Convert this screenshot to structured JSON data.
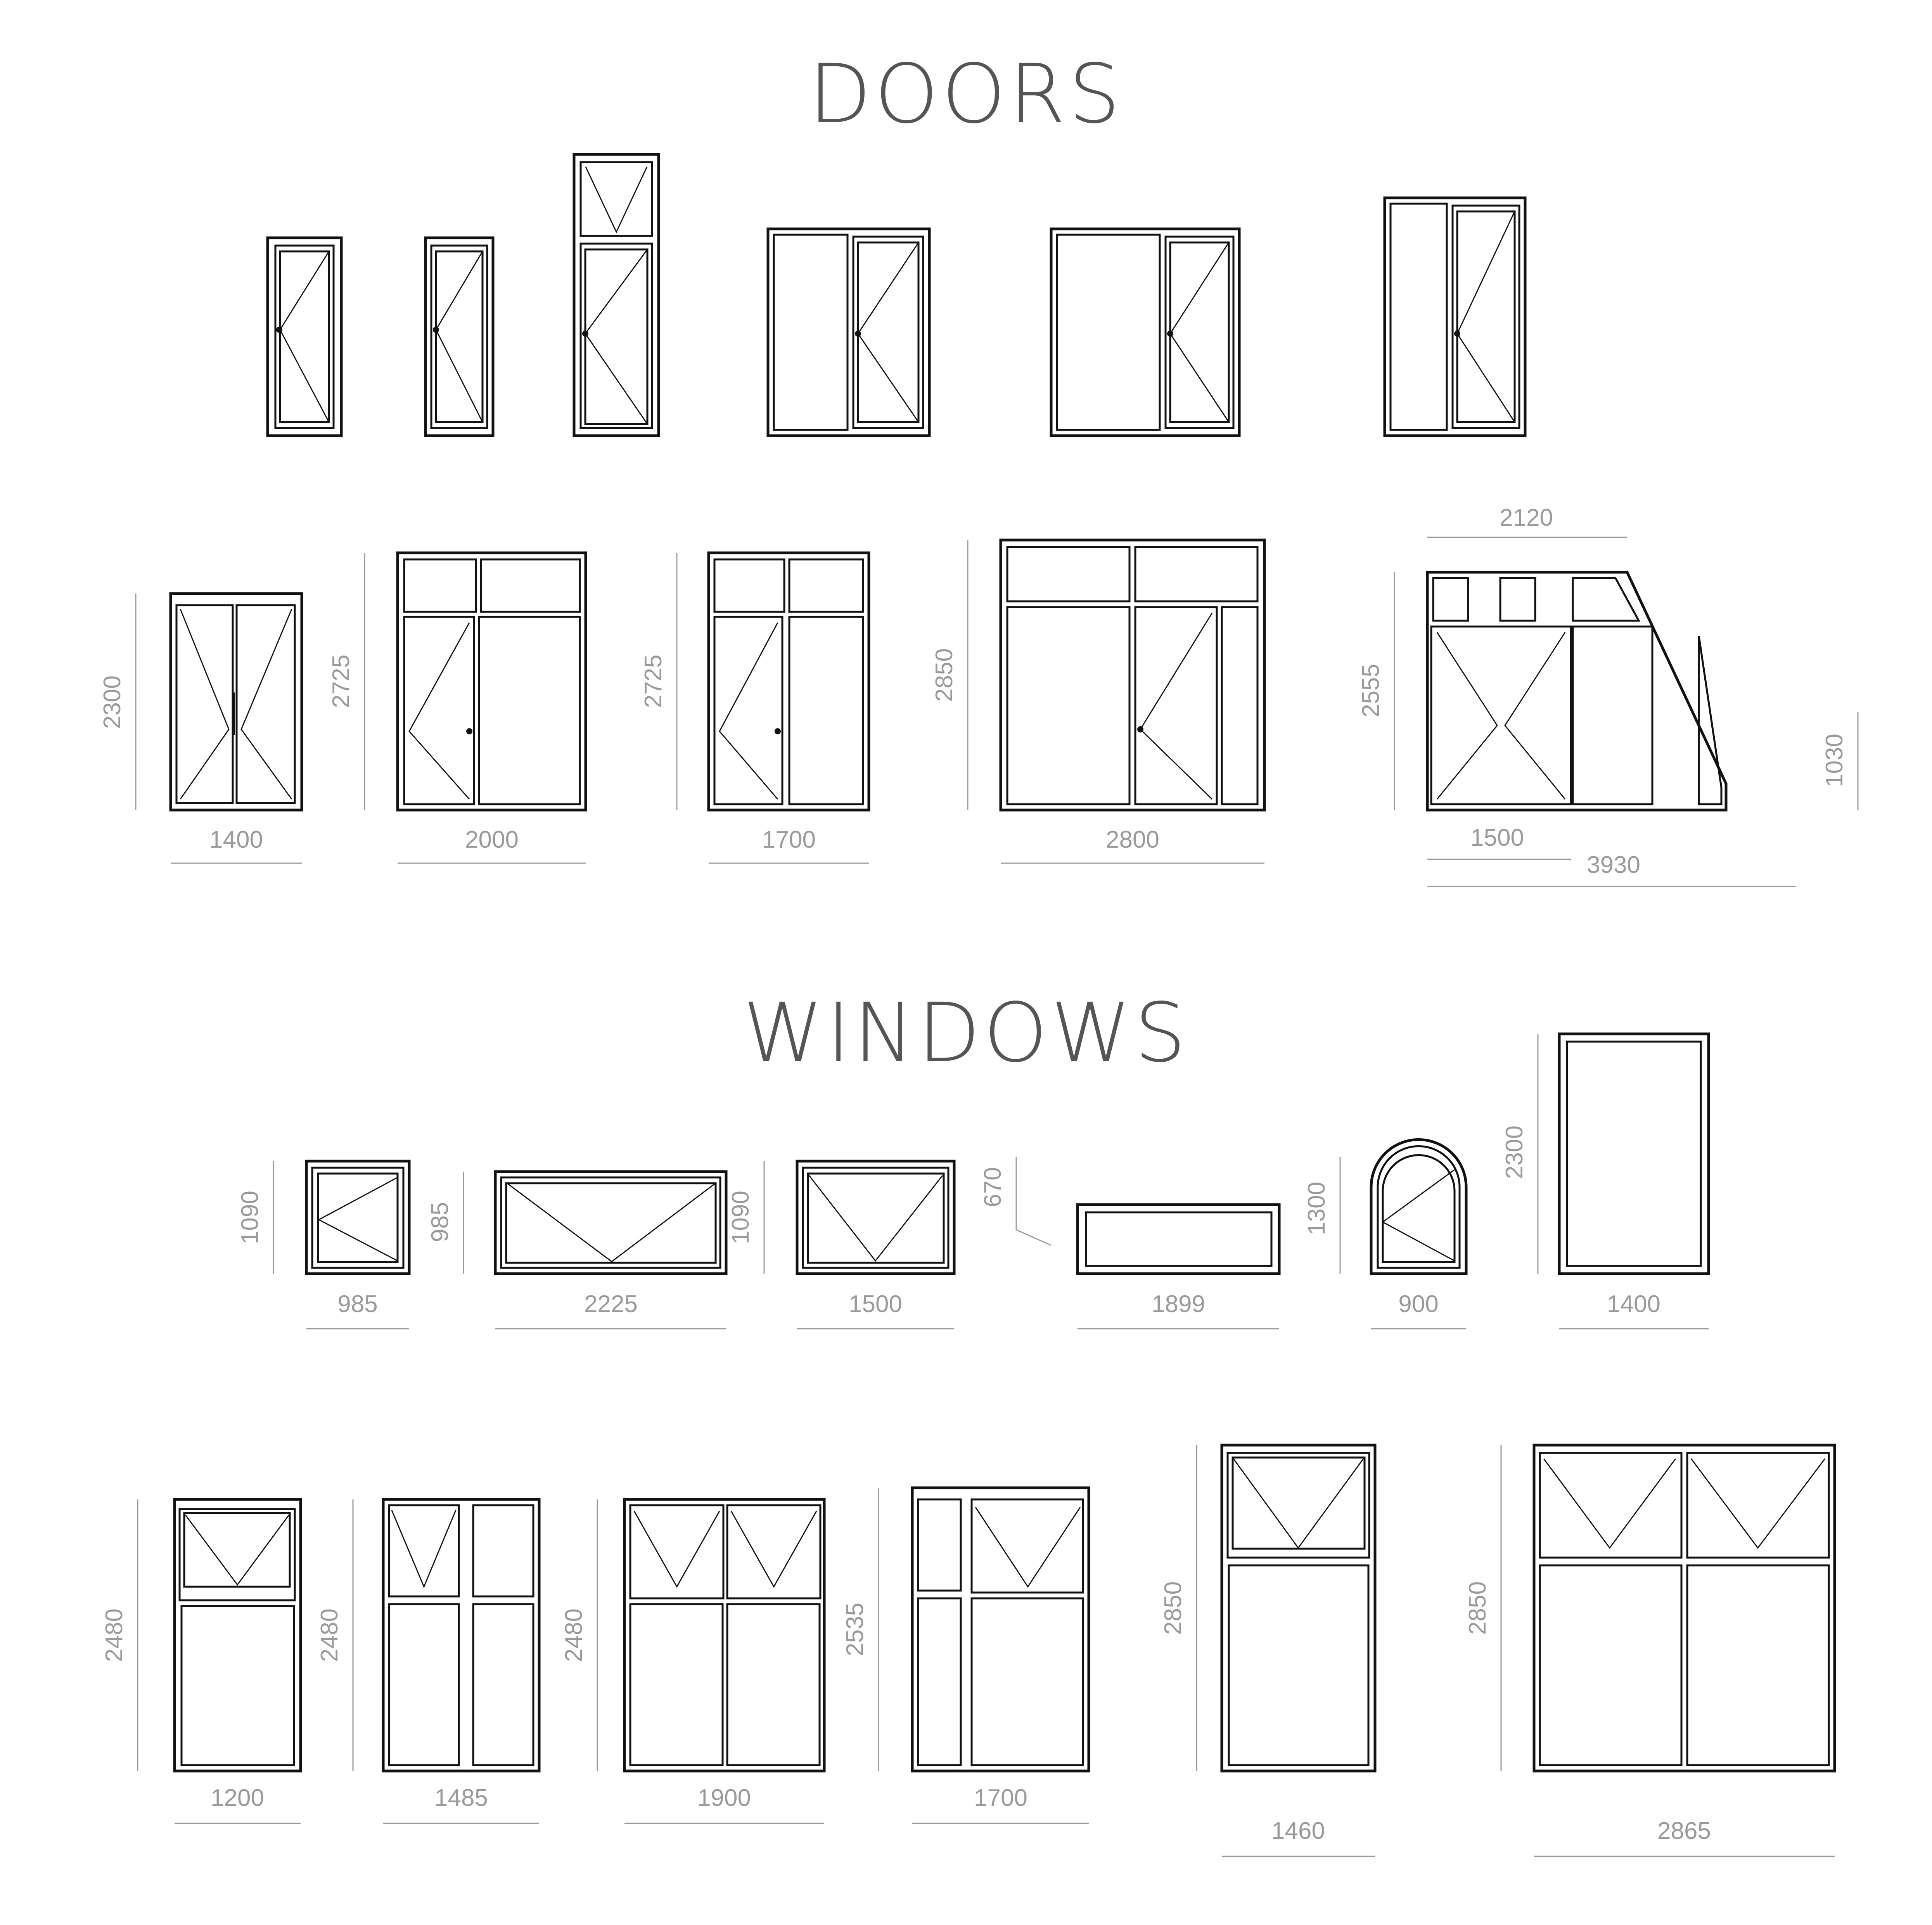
{
  "sections": {
    "doors": {
      "title": "DOORS"
    },
    "windows": {
      "title": "WINDOWS"
    }
  },
  "colors": {
    "line": "#111111",
    "dimension": "#9a9a9a",
    "title": "#555555",
    "background": "#ffffff"
  },
  "doors": {
    "row1": [
      {
        "id": "door-single-left"
      },
      {
        "id": "door-single-narrow"
      },
      {
        "id": "door-single-transom"
      },
      {
        "id": "door-double-fixed-left"
      },
      {
        "id": "door-wide-fixed-left"
      },
      {
        "id": "door-narrow-fixed-left"
      }
    ],
    "row2": [
      {
        "id": "door-french",
        "width": "1400",
        "height": "2300"
      },
      {
        "id": "door-transom-fixed",
        "width": "2000",
        "height": "2725"
      },
      {
        "id": "door-transom-fixed-2",
        "width": "1700",
        "height": "2725"
      },
      {
        "id": "door-transom-three",
        "width": "2800",
        "height": "2850"
      },
      {
        "id": "door-sloped",
        "width": "3930",
        "width_top": "2120",
        "width_door": "1500",
        "height": "2555",
        "height_right": "1030"
      }
    ]
  },
  "windows": {
    "row1": [
      {
        "id": "win-side-hung",
        "width": "985",
        "height": "1090"
      },
      {
        "id": "win-wide-hopper",
        "width": "2225",
        "height": "985"
      },
      {
        "id": "win-hopper",
        "width": "1500",
        "height": "1090"
      },
      {
        "id": "win-fixed-low",
        "width": "1899",
        "height": "670"
      },
      {
        "id": "win-arched",
        "width": "900",
        "height": "1300"
      },
      {
        "id": "win-fixed-tall",
        "width": "1400",
        "height": "2300"
      }
    ],
    "row2": [
      {
        "id": "win-hopper-over-fixed",
        "width": "1200",
        "height": "2480"
      },
      {
        "id": "win-hopper-two-col",
        "width": "1485",
        "height": "2480"
      },
      {
        "id": "win-double-hopper",
        "width": "1900",
        "height": "2480"
      },
      {
        "id": "win-hopper-side-fixed",
        "width": "1700",
        "height": "2535"
      },
      {
        "id": "win-top-hopper-fixed",
        "width": "1460",
        "height": "2850"
      },
      {
        "id": "win-double-top-hopper",
        "width": "2865",
        "height": "2850"
      }
    ]
  }
}
